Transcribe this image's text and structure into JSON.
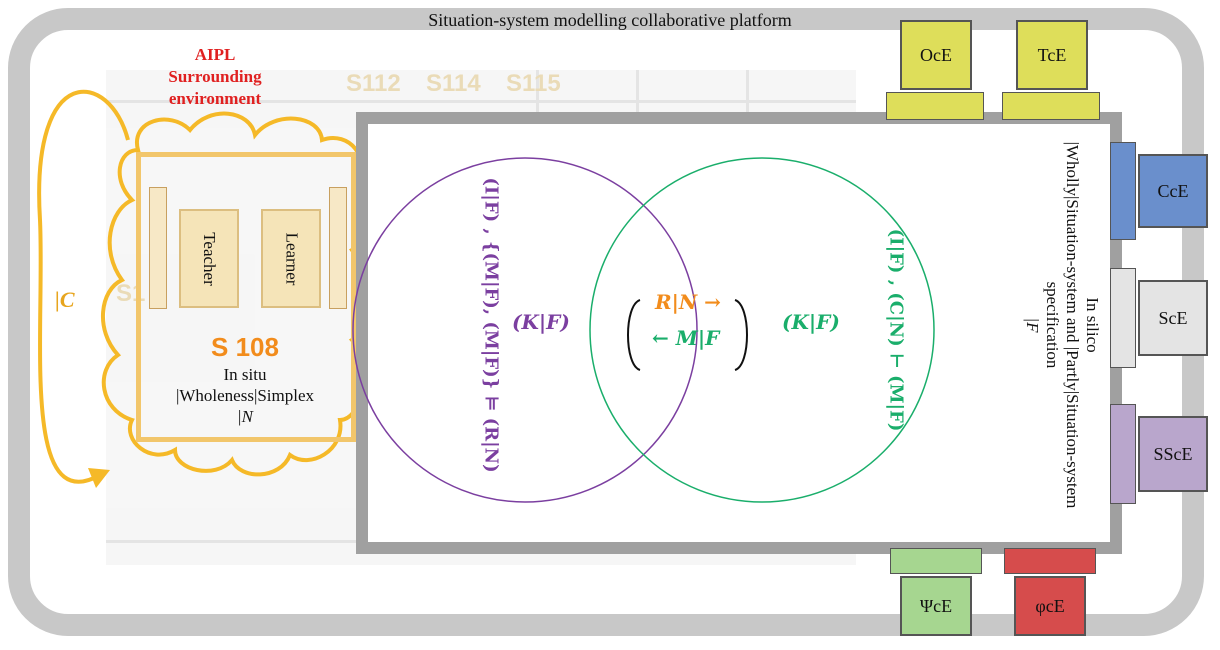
{
  "platform": {
    "title": "Situation-system modelling collaborative platform"
  },
  "environment": {
    "aipl_title": "AIPL",
    "aipl_subtitle": "Surrounding environment",
    "c_label": "|C"
  },
  "floorplan": {
    "rooms": [
      "S112",
      "S114",
      "S115",
      "S1"
    ]
  },
  "classroom": {
    "teacher": "Teacher",
    "learner": "Learner",
    "room": "S 108",
    "insitu_line1": "In situ",
    "insitu_line2": "|Wholeness|Simplex",
    "insitu_line3": "|N"
  },
  "venn": {
    "left_k": "(K|F)",
    "right_k": "(K|F)",
    "center_top": "R|N →",
    "center_bottom": "← M|F",
    "left_vertical": "(I|F) , {(M|F), (M|F)} ⊨ (R|N)",
    "right_vertical": "(I|F) , (C|N) ⊢ (M|F)"
  },
  "insilico": {
    "line1": "In silico",
    "line2": "|Wholly|Situation-system and |Partly|Situation-system",
    "line3": "specification",
    "line4": "|F"
  },
  "laptops": {
    "oce": "OcE",
    "tce": "TcE",
    "cce": "CcE",
    "sce": "ScE",
    "ssce": "SScE",
    "psice": "ΨcE",
    "phice": "φcE"
  },
  "colors": {
    "yellow": "#dede5a",
    "blue": "#6a8fcc",
    "gray": "#e4e4e4",
    "purple": "#b9a6cc",
    "green": "#a6d690",
    "red": "#d64c4c",
    "venn_purple": "#7b3fa0",
    "venn_green": "#1aae6b",
    "orange": "#f28c1c"
  }
}
